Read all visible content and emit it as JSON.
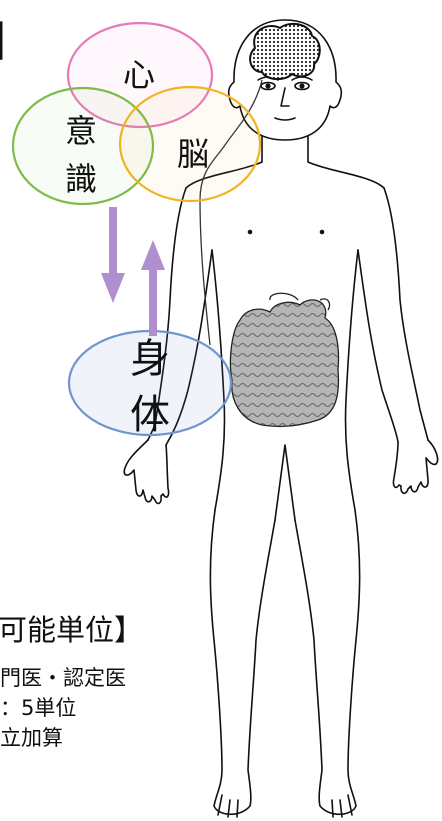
{
  "top_bracket": "」",
  "circles": {
    "mind": "心",
    "consciousness_line1": "意",
    "consciousness_line2": "識",
    "brain": "脳",
    "body_line1": "身",
    "body_line2": "体"
  },
  "credit_heading": "可能単位】",
  "credit_lines": [
    "門医・認定医",
    "：5単位",
    "立加算"
  ],
  "colors": {
    "mind_circle": "#e879b9",
    "consciousness_circle": "#7dbb4a",
    "brain_circle": "#f2b322",
    "body_circle": "#6f95cf",
    "arrows": "#b08fcf"
  }
}
